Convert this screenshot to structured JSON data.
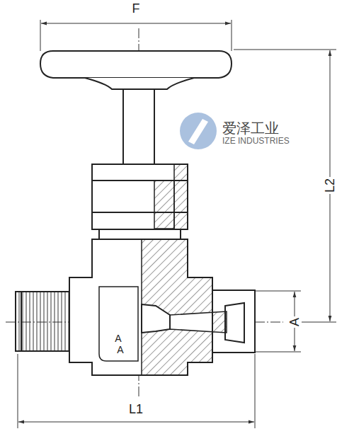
{
  "diagram": {
    "labels": [
      "F",
      "L2",
      "A",
      "L1",
      "A",
      "A",
      "爱泽工业",
      "IZE INDUSTRIES"
    ]
  }
}
